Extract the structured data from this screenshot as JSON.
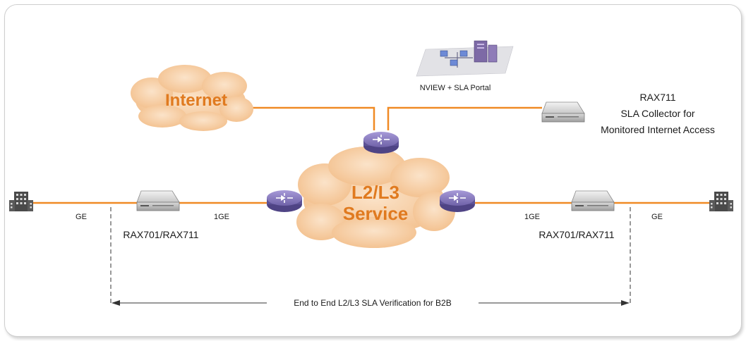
{
  "clouds": {
    "internet": "Internet",
    "service_line1": "L2/L3",
    "service_line2": "Service"
  },
  "portal": {
    "label": "NVIEW + SLA Portal"
  },
  "collector": {
    "line1": "RAX711",
    "line2": "SLA Collector for",
    "line3": "Monitored Internet Access"
  },
  "left_site": {
    "link_label": "GE",
    "device_label": "RAX701/RAX711",
    "uplink_label": "1GE"
  },
  "right_site": {
    "link_label": "GE",
    "device_label": "RAX701/RAX711",
    "uplink_label": "1GE"
  },
  "verification": {
    "label": "End to End L2/L3 SLA Verification for B2B"
  },
  "colors": {
    "link": "#f08a24",
    "cloud_fill": "#f7d2ad",
    "cloud_text": "#e07a1f",
    "router": "#7b6fb3"
  },
  "icons": [
    "cloud-icon",
    "router-icon",
    "appliance-icon",
    "building-icon",
    "network-workstation-icon"
  ]
}
